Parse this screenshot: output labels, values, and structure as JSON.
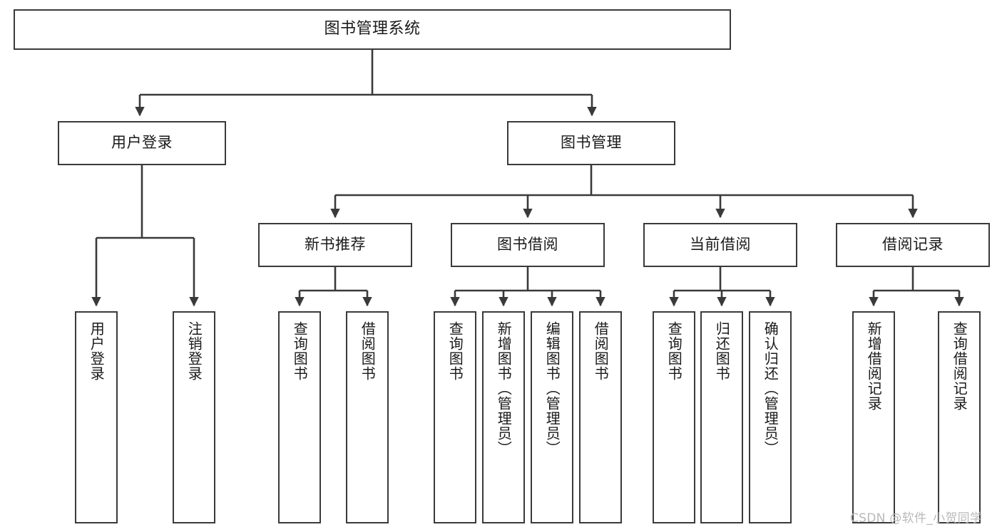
{
  "diagram": {
    "type": "tree-hierarchy",
    "title": "图书管理系统",
    "watermark": "CSDN @软件_小贺同学",
    "colors": {
      "box_border": "#3a3a3a",
      "box_fill": "#ffffff",
      "connector": "#3a3a3a",
      "text": "#1a1a1a",
      "watermark": "#b9b9b9"
    },
    "root": {
      "label": "图书管理系统"
    },
    "level2": [
      {
        "label": "用户登录"
      },
      {
        "label": "图书管理"
      }
    ],
    "level3": [
      {
        "label": "新书推荐"
      },
      {
        "label": "图书借阅"
      },
      {
        "label": "当前借阅"
      },
      {
        "label": "借阅记录"
      }
    ],
    "leaves": {
      "user_login": [
        {
          "label": "用户登录"
        },
        {
          "label": "注销登录"
        }
      ],
      "new_book_recommend": [
        {
          "label": "查询图书"
        },
        {
          "label": "借阅图书"
        }
      ],
      "book_borrow": [
        {
          "label": "查询图书"
        },
        {
          "label": "新增图书（管理员）"
        },
        {
          "label": "编辑图书（管理员）"
        },
        {
          "label": "借阅图书"
        }
      ],
      "current_borrow": [
        {
          "label": "查询图书"
        },
        {
          "label": "归还图书"
        },
        {
          "label": "确认归还（管理员）"
        }
      ],
      "borrow_record": [
        {
          "label": "新增借阅记录"
        },
        {
          "label": "查询借阅记录"
        }
      ]
    }
  }
}
